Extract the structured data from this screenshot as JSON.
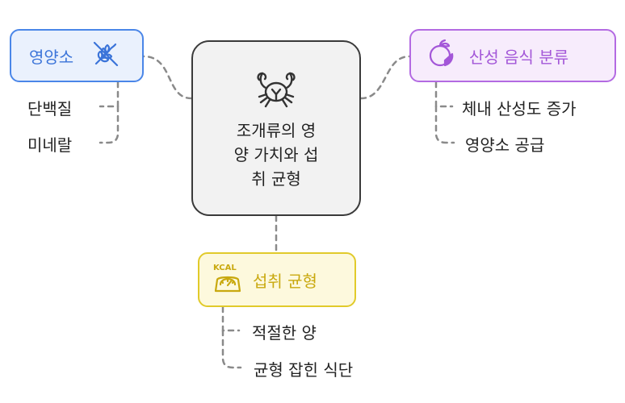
{
  "center": {
    "icon": "crab-icon",
    "lines": [
      "조개류의 영",
      "양 가치와 섭",
      "취 균형"
    ]
  },
  "nutrients": {
    "title": "영양소",
    "icon": "no-grain-icon",
    "items": [
      "단백질",
      "미네랄"
    ],
    "colors": {
      "accent": "#4a86e8",
      "fill": "#eaf1fd"
    }
  },
  "acid_food": {
    "title": "산성 음식 분류",
    "icon": "citrus-fruit-icon",
    "items": [
      "체내 산성도 증가",
      "영양소 공급"
    ],
    "colors": {
      "accent": "#b36ae2",
      "fill": "#f7ecfc"
    }
  },
  "intake_balance": {
    "title": "섭취 균형",
    "icon": "kcal-scale-icon",
    "icon_text": "KCAL",
    "items": [
      "적절한 양",
      "균형 잡힌 식단"
    ],
    "colors": {
      "accent": "#e1ca2a",
      "fill": "#fdf9dd"
    }
  }
}
